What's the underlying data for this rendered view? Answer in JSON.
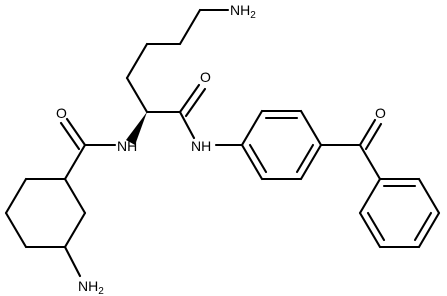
{
  "structure": {
    "labels": {
      "nh2_top": {
        "main": "NH",
        "sub": "2"
      },
      "nh2_bottom": {
        "main": "NH",
        "sub": "2"
      },
      "oxygen_amide_left": {
        "main": "O"
      },
      "oxygen_amide_right": {
        "main": "O"
      },
      "oxygen_ketone": {
        "main": "O"
      },
      "nh_left": {
        "main": "NH"
      },
      "nh_right": {
        "main": "NH"
      }
    },
    "colors": {
      "ink": "#000000",
      "background": "#ffffff"
    }
  }
}
